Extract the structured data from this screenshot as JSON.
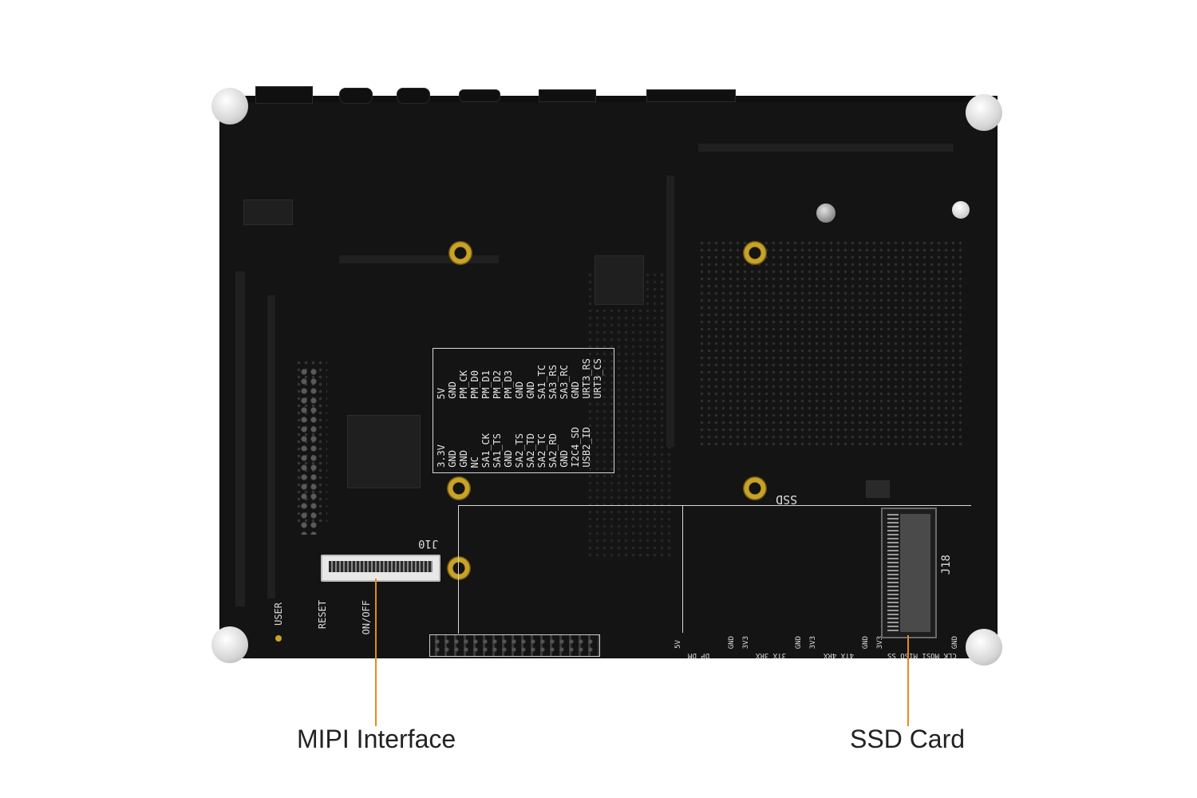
{
  "board": {
    "pin_table": {
      "columns": [
        [
          "3.3V",
          "5V"
        ],
        [
          "GND",
          "GND"
        ],
        [
          "GND",
          "PM_CK"
        ],
        [
          "NC",
          "PM_D0"
        ],
        [
          "SA1_CK",
          "PM_D1"
        ],
        [
          "SA1_TS",
          "PM_D2"
        ],
        [
          "GND",
          "PM_D3"
        ],
        [
          "SA2_TS",
          "GND"
        ],
        [
          "SA2_TD",
          "GND"
        ],
        [
          "SA2_TC",
          "SA1_TC"
        ],
        [
          "SA2_RD",
          "SA3_RS"
        ],
        [
          "GND",
          "SA3_RC"
        ],
        [
          "I2C4_SD",
          "GND"
        ],
        [
          "USB2_ID",
          "URT3_RS"
        ],
        [
          "",
          "URT3_CS"
        ]
      ]
    },
    "silkscreen": {
      "user": "USER",
      "reset": "RESET",
      "onoff": "ON/OFF",
      "j10": "J10",
      "ssd": "SSD",
      "j18": "J18",
      "header_labels": [
        "5V",
        "DP DM",
        "GND",
        "3V3",
        "3TX 3RX",
        "GND",
        "3V3",
        "4TX 4RX",
        "GND",
        "3V3",
        "CLK MOSI MISO SS",
        "GND"
      ]
    }
  },
  "callouts": {
    "mipi": "MIPI Interface",
    "ssd": "SSD Card"
  },
  "colors": {
    "board": "#141414",
    "leader": "#e58a1f",
    "mount_ring": "#c9a227"
  }
}
